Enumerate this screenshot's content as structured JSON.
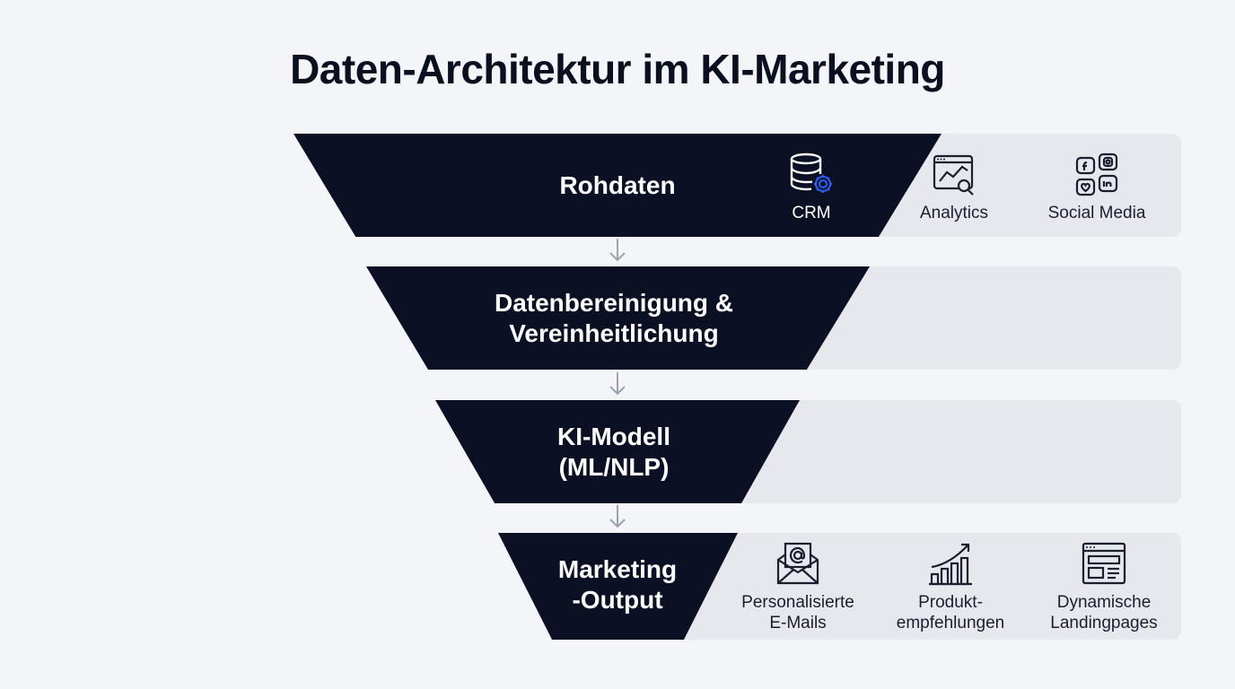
{
  "title": "Daten-Architektur im KI-Marketing",
  "stages": [
    {
      "lines": [
        "Rohdaten"
      ]
    },
    {
      "lines": [
        "Datenbereinigung &",
        "Vereinheitlichung"
      ]
    },
    {
      "lines": [
        "KI-Modell",
        "(ML/NLP)"
      ]
    },
    {
      "lines": [
        "Marketing",
        "-Output"
      ]
    }
  ],
  "sources": [
    {
      "label": "CRM",
      "icon": "database-gear-icon"
    },
    {
      "label": "Analytics",
      "icon": "analytics-chart-icon"
    },
    {
      "label": "Social Media",
      "icon": "social-media-icon"
    }
  ],
  "outputs": [
    {
      "lines": [
        "Personalisierte",
        "E-Mails"
      ],
      "icon": "email-icon"
    },
    {
      "lines": [
        "Produkt-",
        "empfehlungen"
      ],
      "icon": "growth-chart-icon"
    },
    {
      "lines": [
        "Dynamische",
        "Landingpages"
      ],
      "icon": "webpage-icon"
    }
  ],
  "colors": {
    "funnel": "#0b1024",
    "panel": "#e6e8ee",
    "background": "#f3f5f8",
    "accent": "#2f5bea",
    "arrow": "#9aa3b2"
  }
}
